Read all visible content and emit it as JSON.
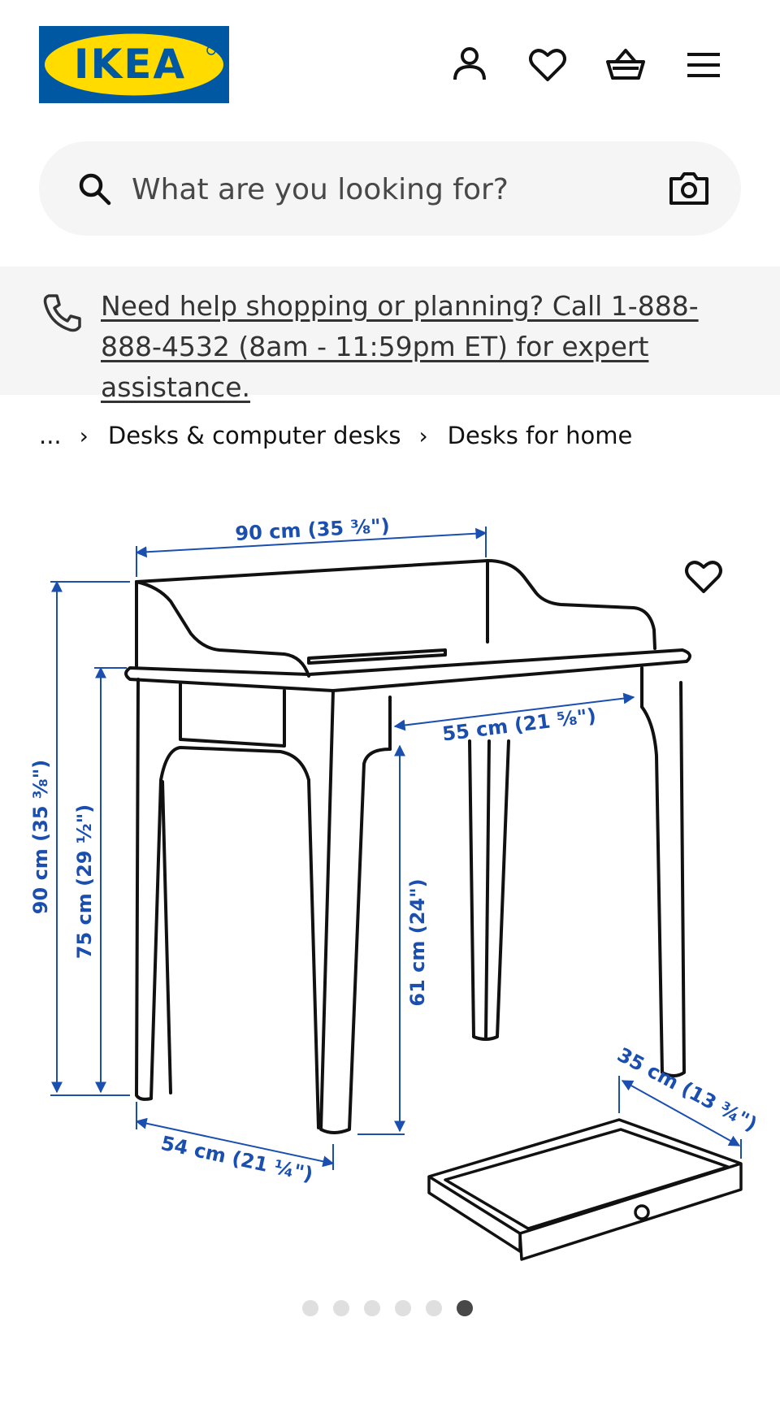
{
  "header": {
    "logo_text": "IKEA",
    "colors": {
      "brand_blue": "#0058a3",
      "brand_yellow": "#ffdb00"
    },
    "icons": [
      "user-icon",
      "heart-icon",
      "basket-icon",
      "menu-icon"
    ]
  },
  "search": {
    "placeholder": "What are you looking for?",
    "icons": [
      "search-icon",
      "camera-icon"
    ]
  },
  "help_banner": {
    "text": "Need help shopping or planning? Call 1-888-888-4532 (8am - 11:59pm ET) for expert assistance.",
    "icon": "phone-icon"
  },
  "breadcrumb": {
    "ellipsis": "...",
    "items": [
      "Desks & computer desks",
      "Desks for home"
    ]
  },
  "product_image": {
    "description_labels": {
      "width_top": "90 cm (35 ⅜\")",
      "height_total": "90 cm (35 ⅜\")",
      "height_desk": "75 cm (29 ½\")",
      "knee_width": "55 cm (21 ⅝\")",
      "knee_height": "61 cm (24\")",
      "depth": "54 cm (21 ¼\")",
      "drawer_depth": "35 cm (13 ¾\")"
    },
    "dimension_color": "#1a4fb0"
  },
  "carousel": {
    "total": 6,
    "active": 6
  }
}
